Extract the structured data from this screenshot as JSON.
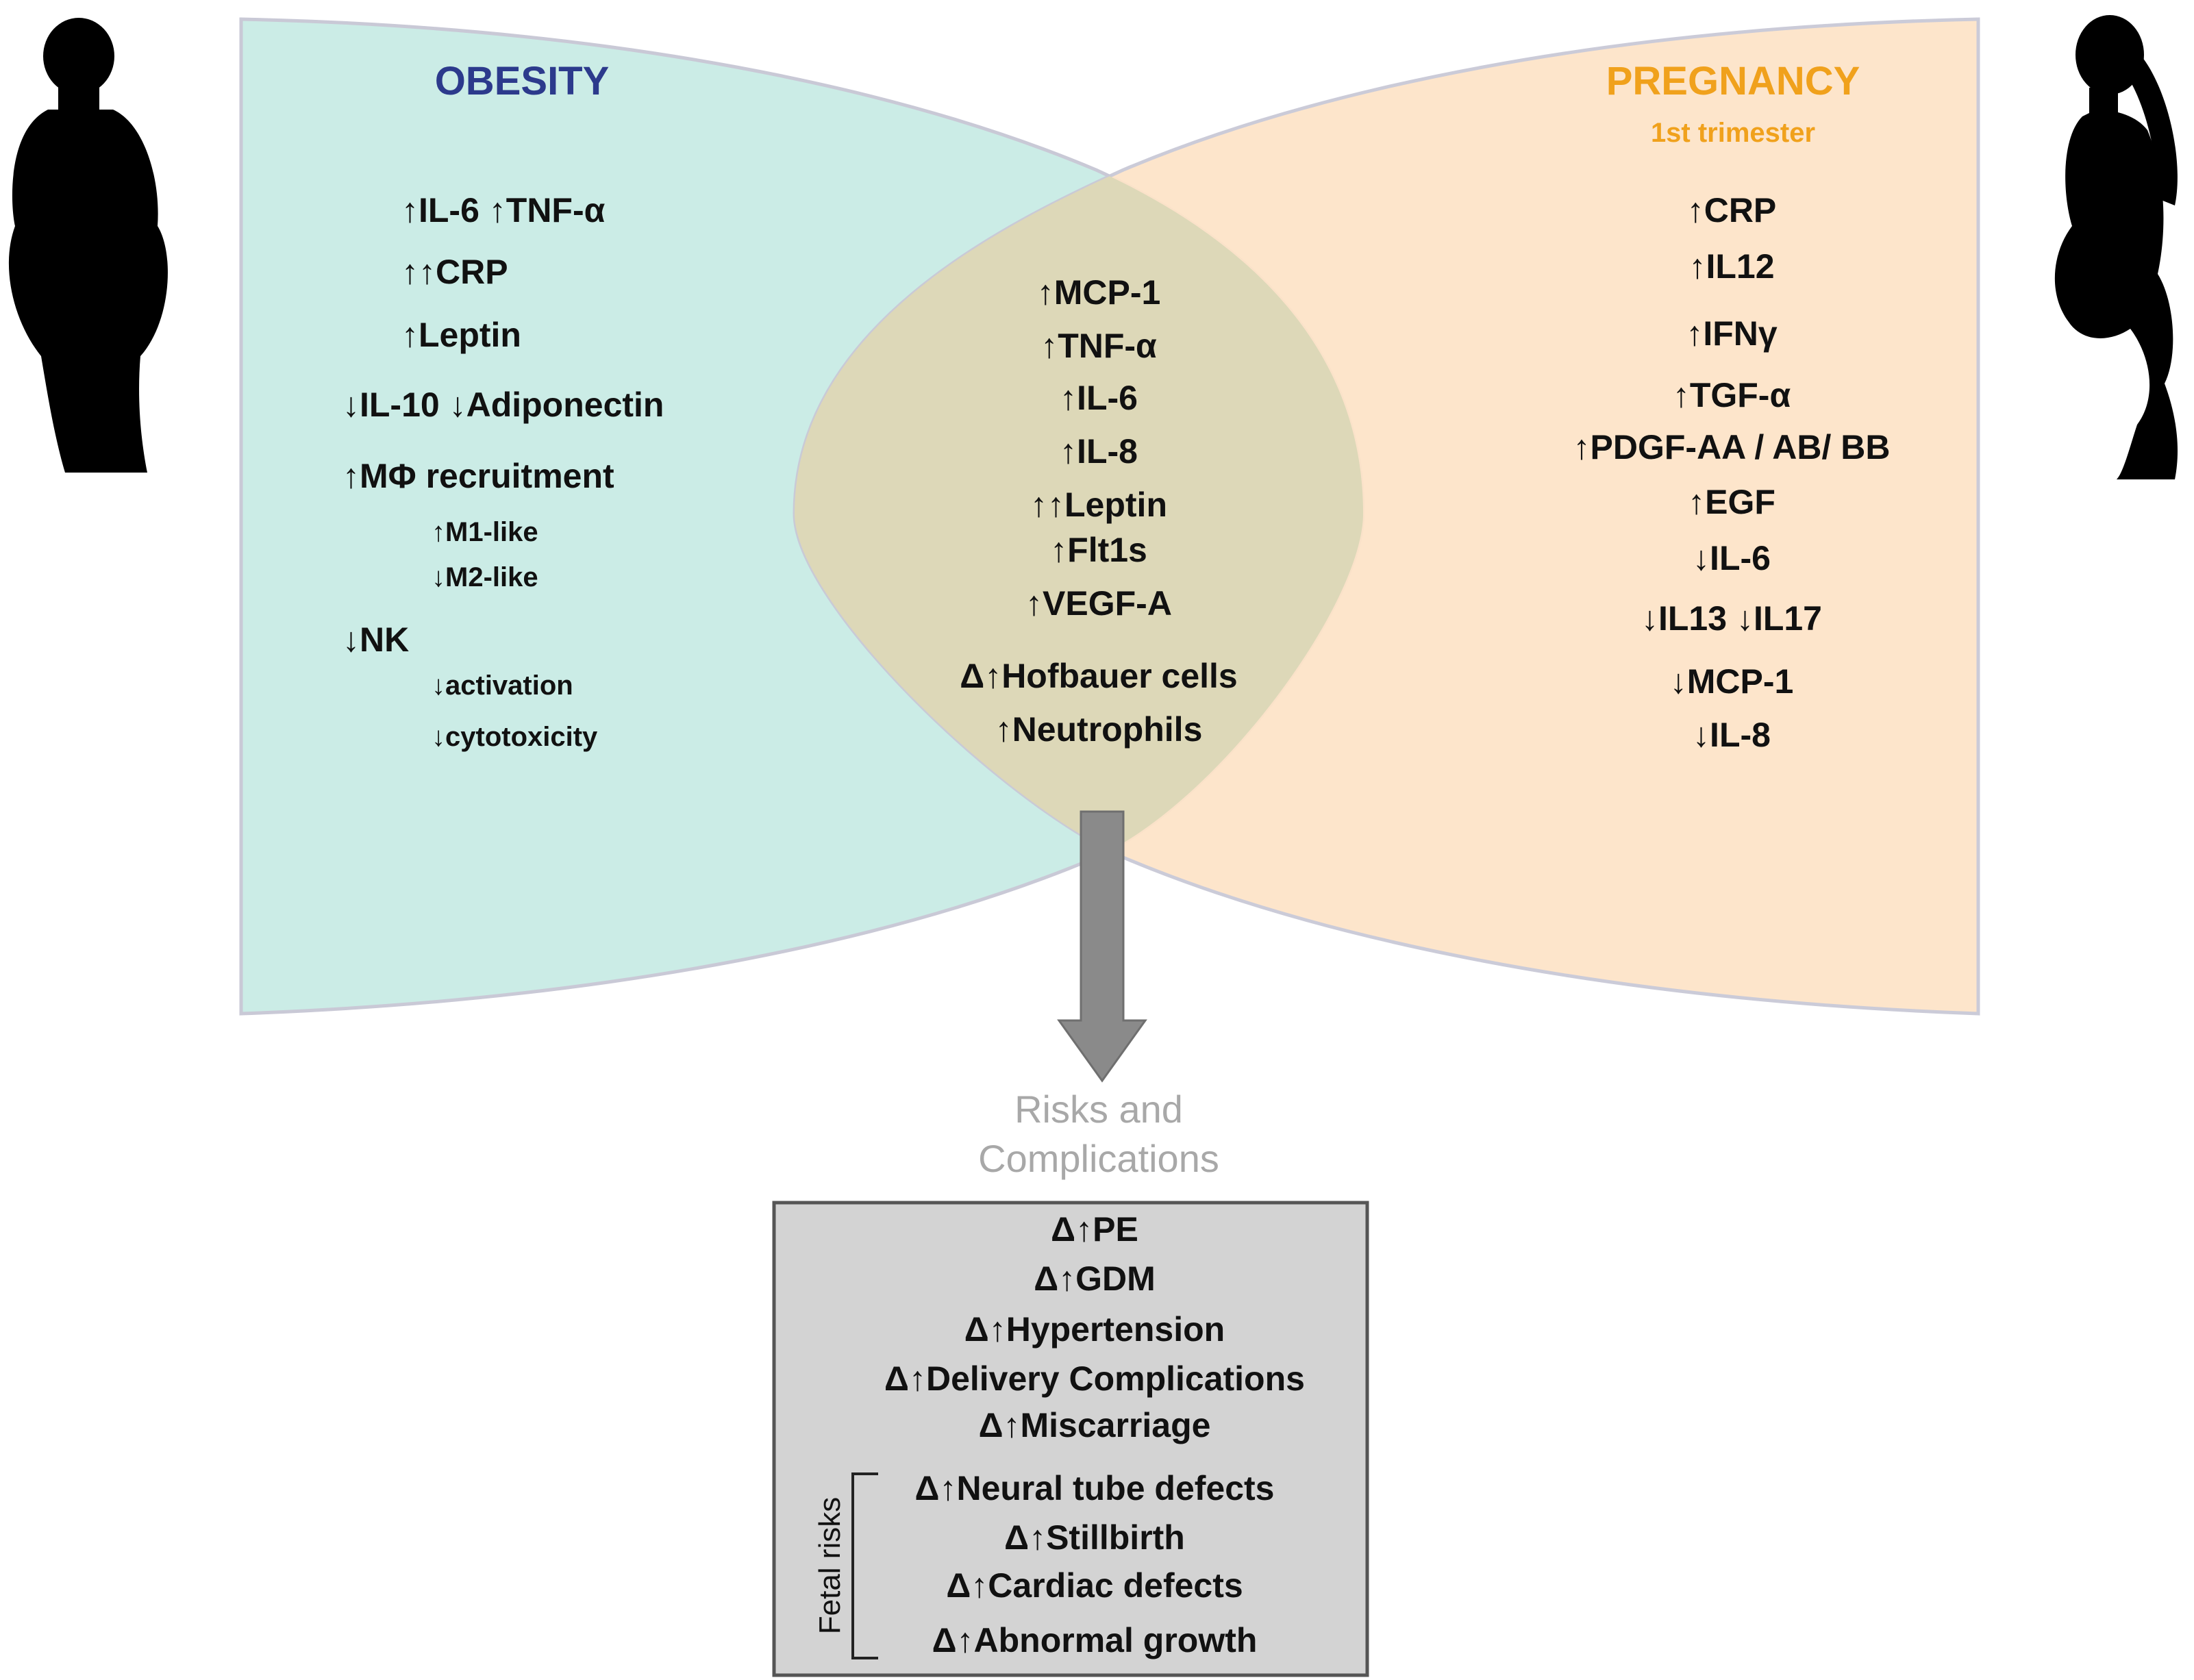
{
  "colors": {
    "obesity_fill": "#cbece6",
    "pregnancy_fill": "#fde4c9",
    "overlap_fill": "#ddd8b8",
    "obesity_title": "#2c3a8c",
    "pregnancy_title": "#f0a11c",
    "arrow": "#8a8a8a",
    "risk_box": "#d3d3d3",
    "silhouette": "#000000"
  },
  "icons": {
    "left": "obese-person-silhouette",
    "right": "pregnant-woman-silhouette",
    "center": "down-arrow"
  },
  "obesity": {
    "title": "OBESITY",
    "lines": [
      "↑IL-6   ↑TNF-α",
      "↑↑CRP",
      "↑Leptin",
      "↓IL-10 ↓Adiponectin",
      "↑MΦ recruitment",
      "↑M1-like",
      "↓M2-like",
      "↓NK",
      "↓activation",
      "↓cytotoxicity"
    ]
  },
  "pregnancy": {
    "title": "PREGNANCY",
    "subtitle": "1st trimester",
    "lines": [
      "↑CRP",
      "↑IL12",
      "↑IFNγ",
      "↑TGF-α",
      "↑PDGF-AA / AB/ BB",
      "↑EGF",
      "↓IL-6",
      "↓IL13 ↓IL17",
      "↓MCP-1",
      "↓IL-8"
    ]
  },
  "overlap": {
    "lines": [
      "↑MCP-1",
      "↑TNF-α",
      "↑IL-6",
      "↑IL-8",
      "↑↑Leptin",
      "↑Flt1s",
      "↑VEGF-A",
      "Δ↑Hofbauer cells",
      "↑Neutrophils"
    ]
  },
  "risks": {
    "heading_line1": "Risks and",
    "heading_line2": "Complications",
    "maternal": [
      "Δ↑PE",
      "Δ↑GDM",
      "Δ↑Hypertension",
      "Δ↑Delivery Complications",
      "Δ↑Miscarriage"
    ],
    "fetal_label": "Fetal risks",
    "fetal": [
      "Δ↑Neural tube defects",
      "Δ↑Stillbirth",
      "Δ↑Cardiac defects",
      "Δ↑Abnormal growth"
    ]
  }
}
